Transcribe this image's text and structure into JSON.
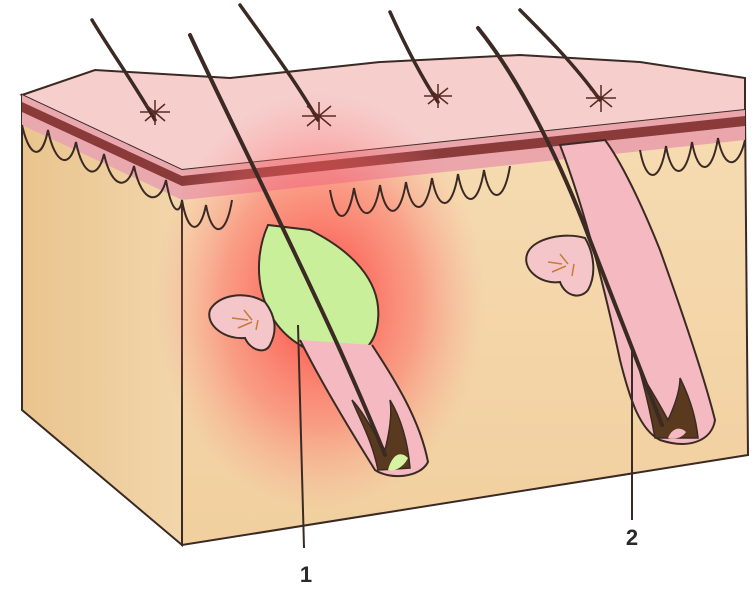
{
  "diagram": {
    "labels": [
      {
        "id": "label-1",
        "text": "1"
      },
      {
        "id": "label-2",
        "text": "2"
      }
    ],
    "colors": {
      "background": "#ffffff",
      "epidermis": "#f3c2c4",
      "dermis_top": "#f7e2c3",
      "dermis_front": "#f5d8ad",
      "dermis_side": "#ecc997",
      "stratum_dark": "#8b3a3a",
      "inflammation": "#ff3b3b",
      "pus": "#c9ef9a",
      "hair": "#5a3a1e",
      "follicle_fill": "#f4b9c1",
      "outline": "#3b2a24"
    },
    "icons": [
      "hair-icon",
      "hair-follicle-icon",
      "sebaceous-gland-icon"
    ]
  }
}
